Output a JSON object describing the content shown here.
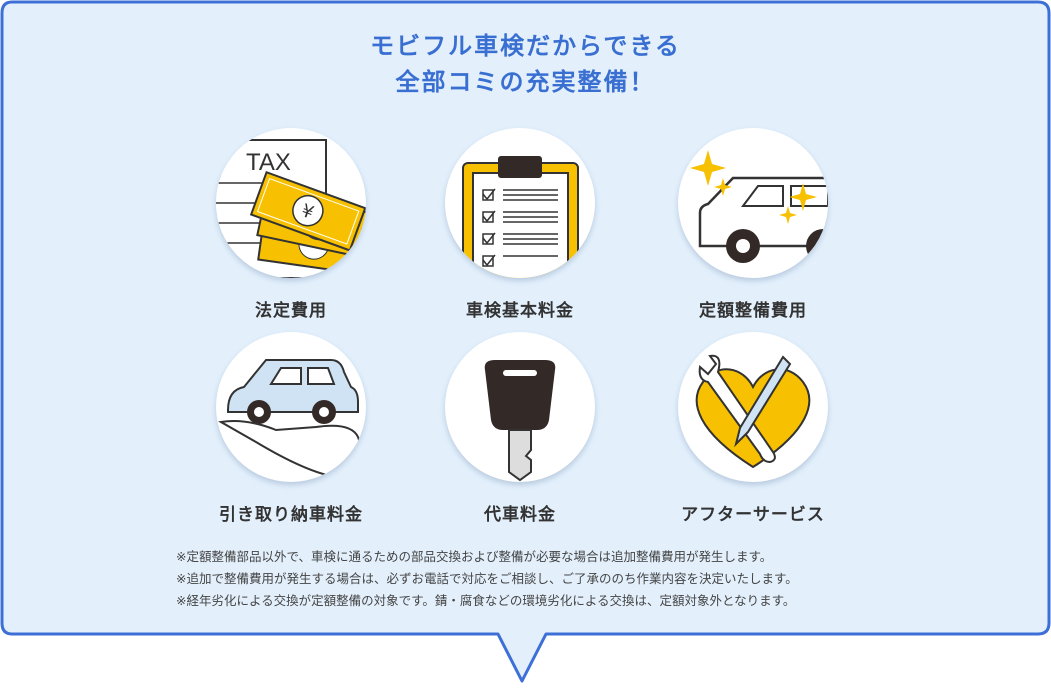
{
  "title": {
    "line1": "モビフル車検だからできる",
    "line2": "全部コミの充実整備！"
  },
  "items": [
    {
      "label": "法定費用",
      "icon": "tax-money-icon"
    },
    {
      "label": "車検基本料金",
      "icon": "clipboard-checklist-icon"
    },
    {
      "label": "定額整備費用",
      "icon": "sparkling-car-icon"
    },
    {
      "label": "引き取り納車料金",
      "icon": "car-on-hand-icon"
    },
    {
      "label": "代車料金",
      "icon": "car-key-icon"
    },
    {
      "label": "アフターサービス",
      "icon": "heart-tools-icon"
    }
  ],
  "tax_text": "TAX",
  "yen_symbol": "¥",
  "notes": [
    "※定額整備部品以外で、車検に通るための部品交換および整備が必要な場合は追加整備費用が発生します。",
    "※追加で整備費用が発生する場合は、必ずお電話で対応をご相談し、ご了承ののち作業内容を決定いたします。",
    "※経年劣化による交換が定額整備の対象です。錆・腐食などの環境劣化による交換は、定額対象外となります。"
  ],
  "colors": {
    "background": "#e3f0fc",
    "border": "#3d6fd6",
    "accent": "#f7c000",
    "dark": "#332a27"
  }
}
